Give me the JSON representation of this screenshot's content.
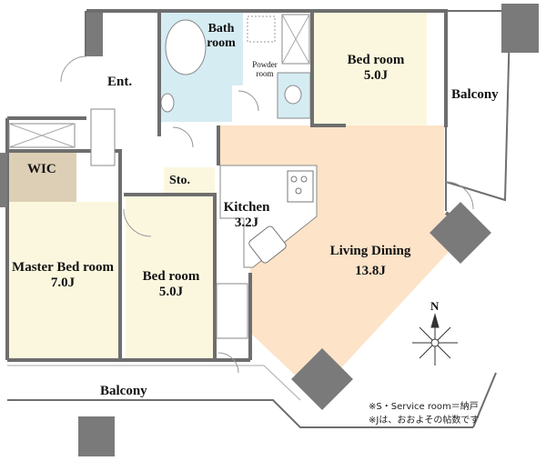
{
  "rooms": {
    "bath": {
      "line1": "Bath",
      "line2": "room"
    },
    "powder": {
      "line1": "Powder",
      "line2": "room"
    },
    "bed_ne": {
      "name": "Bed room",
      "size": "5.0J"
    },
    "entrance": {
      "name": "Ent."
    },
    "balcony_e": {
      "name": "Balcony"
    },
    "wic": {
      "name": "WIC"
    },
    "storage": {
      "name": "Sto."
    },
    "kitchen": {
      "name": "Kitchen",
      "size": "3.2J"
    },
    "living": {
      "name": "Living Dining",
      "size": "13.8J"
    },
    "master": {
      "name": "Master Bed room",
      "size": "7.0J"
    },
    "bed_s": {
      "name": "Bed room",
      "size": "5.0J"
    },
    "balcony_s": {
      "name": "Balcony"
    }
  },
  "compass": {
    "north": "N"
  },
  "notes": {
    "line1": "※S・Service room＝納戸",
    "line2": "※Jは、おおよその帖数です"
  },
  "colors": {
    "living": "#fde3c8",
    "bed": "#fbf7df",
    "wet": "#d6ecf3",
    "wic": "#ddcfb6",
    "pillar": "#7a7a7a",
    "wall": "#6e6e6e"
  }
}
